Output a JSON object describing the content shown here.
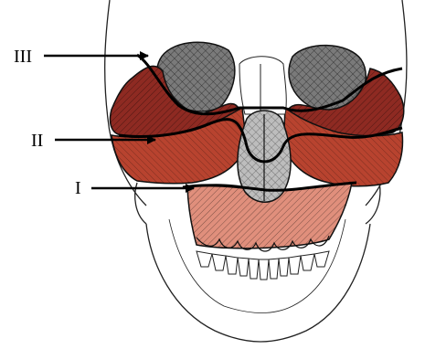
{
  "labels": {
    "level_3": "III",
    "level_2": "II",
    "level_1": "I"
  },
  "colors": {
    "le_fort_iii": "#8e2a22",
    "le_fort_ii": "#b8432f",
    "le_fort_i": "#e08f7c",
    "nasal_bone": "#bdbdbd",
    "orbit_shadow": "#7a7a7a",
    "outline": "#111111",
    "arrow": "#000000"
  }
}
